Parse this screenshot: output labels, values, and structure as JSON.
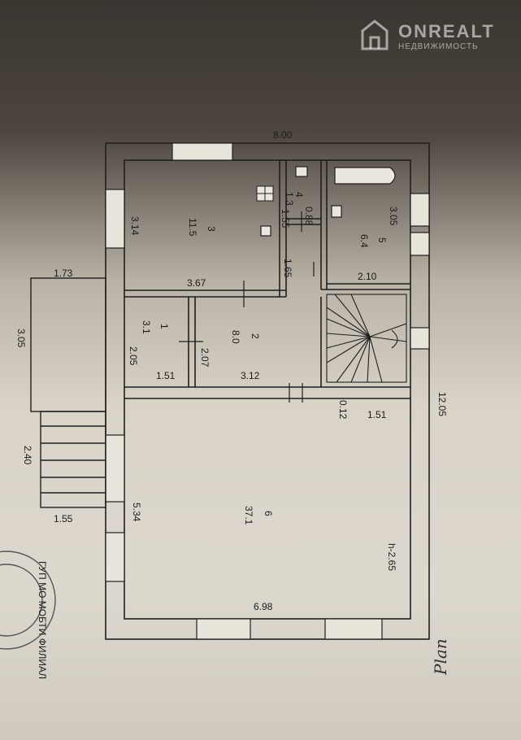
{
  "watermark": {
    "title": "ONREALT",
    "subtitle": "НЕДВИЖИМОСТЬ"
  },
  "rooms": [
    {
      "number": "1",
      "area": "3.1"
    },
    {
      "number": "2",
      "area": "8.0"
    },
    {
      "number": "3",
      "area": "11.5"
    },
    {
      "number": "4",
      "area": "1.3"
    },
    {
      "number": "5",
      "area": "6.4"
    },
    {
      "number": "6",
      "area": "37.1"
    }
  ],
  "dimensions": {
    "top_width": "8.00",
    "right_height": "12.05",
    "porch_width": "1.73",
    "porch_depth": "3.05",
    "stairs_depth": "2.40",
    "stairs_width": "1.55",
    "room3_width": "3.67",
    "room3_depth": "3.14",
    "room4_a": "0.88",
    "room4_b": "1.55",
    "corridor_vertical": "1.65",
    "room5_depth": "3.05",
    "room5_width": "2.10",
    "room1_depth": "2.05",
    "room1_width": "1.51",
    "room2_depth": "2.07",
    "room2_width": "3.12",
    "wall_thickness": "0.12",
    "stair_gap": "1.51",
    "room6_depth": "5.34",
    "room6_width": "6.98",
    "ceiling_height": "h-2.65"
  },
  "stamp_text": "ГУП МО МОБТИ ФИЛИАЛ",
  "signature": "Plan"
}
